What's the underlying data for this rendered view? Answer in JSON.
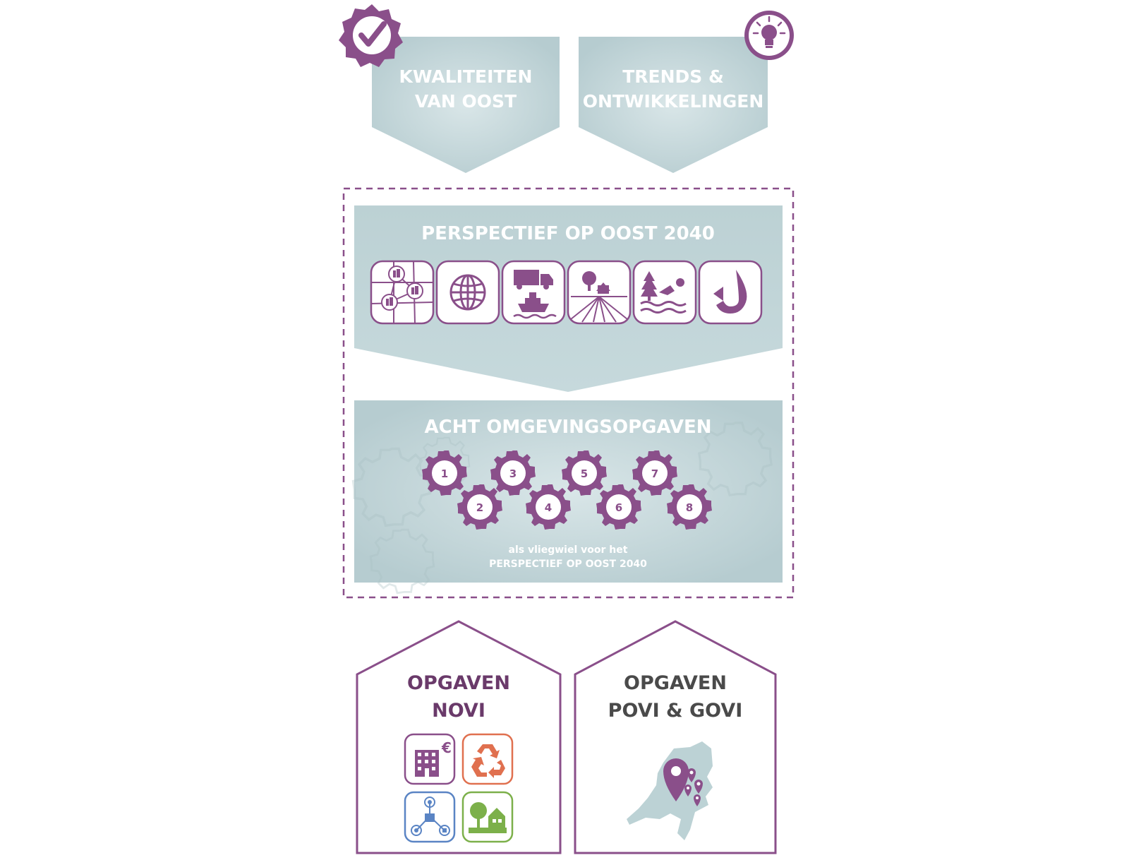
{
  "colors": {
    "teal_panel": "#bcd2d5",
    "teal_light": "#d8e6e8",
    "purple": "#8a4f8a",
    "purple_dark": "#6a3a6a",
    "orange": "#e0704f",
    "blue": "#5a84c4",
    "green": "#7cb04a"
  },
  "inputs": {
    "left": {
      "line1": "KWALITEITEN",
      "line2": "VAN OOST",
      "icon": "checkmark-badge-icon"
    },
    "right": {
      "line1": "TRENDS &",
      "line2": "ONTWIKKELINGEN",
      "icon": "lightbulb-icon"
    }
  },
  "perspectief": {
    "title": "PERSPECTIEF OP OOST 2040",
    "icons": [
      "network-cities-icon",
      "globe-icon",
      "truck-ship-icon",
      "farm-field-icon",
      "recreation-swim-icon",
      "water-drop-icon"
    ]
  },
  "opgaven": {
    "title": "ACHT OMGEVINGSOPGAVEN",
    "gears": [
      "1",
      "2",
      "3",
      "4",
      "5",
      "6",
      "7",
      "8"
    ],
    "caption_line1": "als vliegwiel voor het",
    "caption_line2": "PERSPECTIEF OP OOST 2040"
  },
  "houses": {
    "novi": {
      "line1": "OPGAVEN",
      "line2": "NOVI",
      "icons": [
        "building-euro-icon",
        "recycle-icon",
        "mobility-network-icon",
        "tree-house-icon"
      ]
    },
    "povi": {
      "line1": "OPGAVEN",
      "line2": "POVI & GOVI",
      "icon": "netherlands-map-pins-icon"
    }
  }
}
